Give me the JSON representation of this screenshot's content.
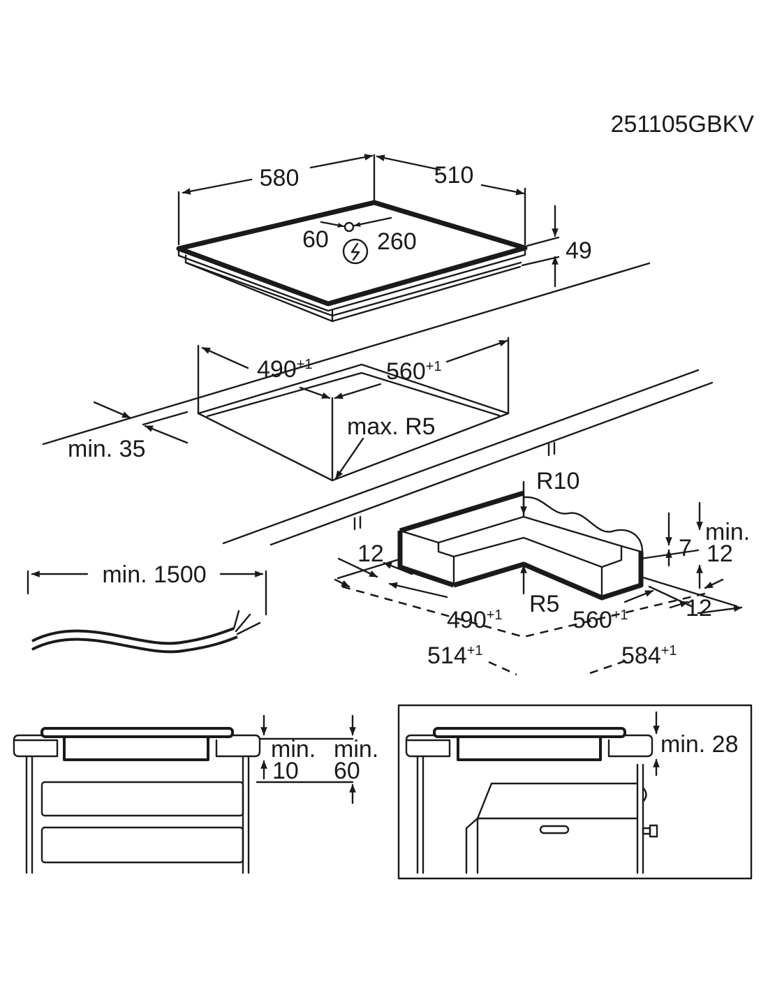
{
  "model_code": "251105GBKV",
  "hob": {
    "width": "580",
    "depth": "510",
    "height": "49",
    "cable_offset_side": "60",
    "cable_offset_back": "260",
    "power_symbol": "electrical-connection-icon"
  },
  "cutout": {
    "depth": "490",
    "depth_tolerance": "+1",
    "width": "560",
    "width_tolerance": "+1",
    "corner_radius": "max. R5",
    "front_distance": "min. 35"
  },
  "cable": {
    "length": "min. 1500"
  },
  "niche": {
    "radius_top": "R10",
    "radius_bottom": "R5",
    "rim_left": "12",
    "rim_right": "12",
    "rim_height": "7",
    "min_gap_label": "min.",
    "min_gap_value": "12",
    "inner_depth": "490",
    "inner_depth_tol": "+1",
    "inner_width": "560",
    "inner_width_tol": "+1",
    "outer_depth": "514",
    "outer_depth_tol": "+1",
    "outer_width": "584",
    "outer_width_tol": "+1"
  },
  "clearance_left": {
    "min_label_a": "min.",
    "value_a": "10",
    "min_label_b": "min.",
    "value_b": "60"
  },
  "clearance_right": {
    "label": "min. 28"
  }
}
